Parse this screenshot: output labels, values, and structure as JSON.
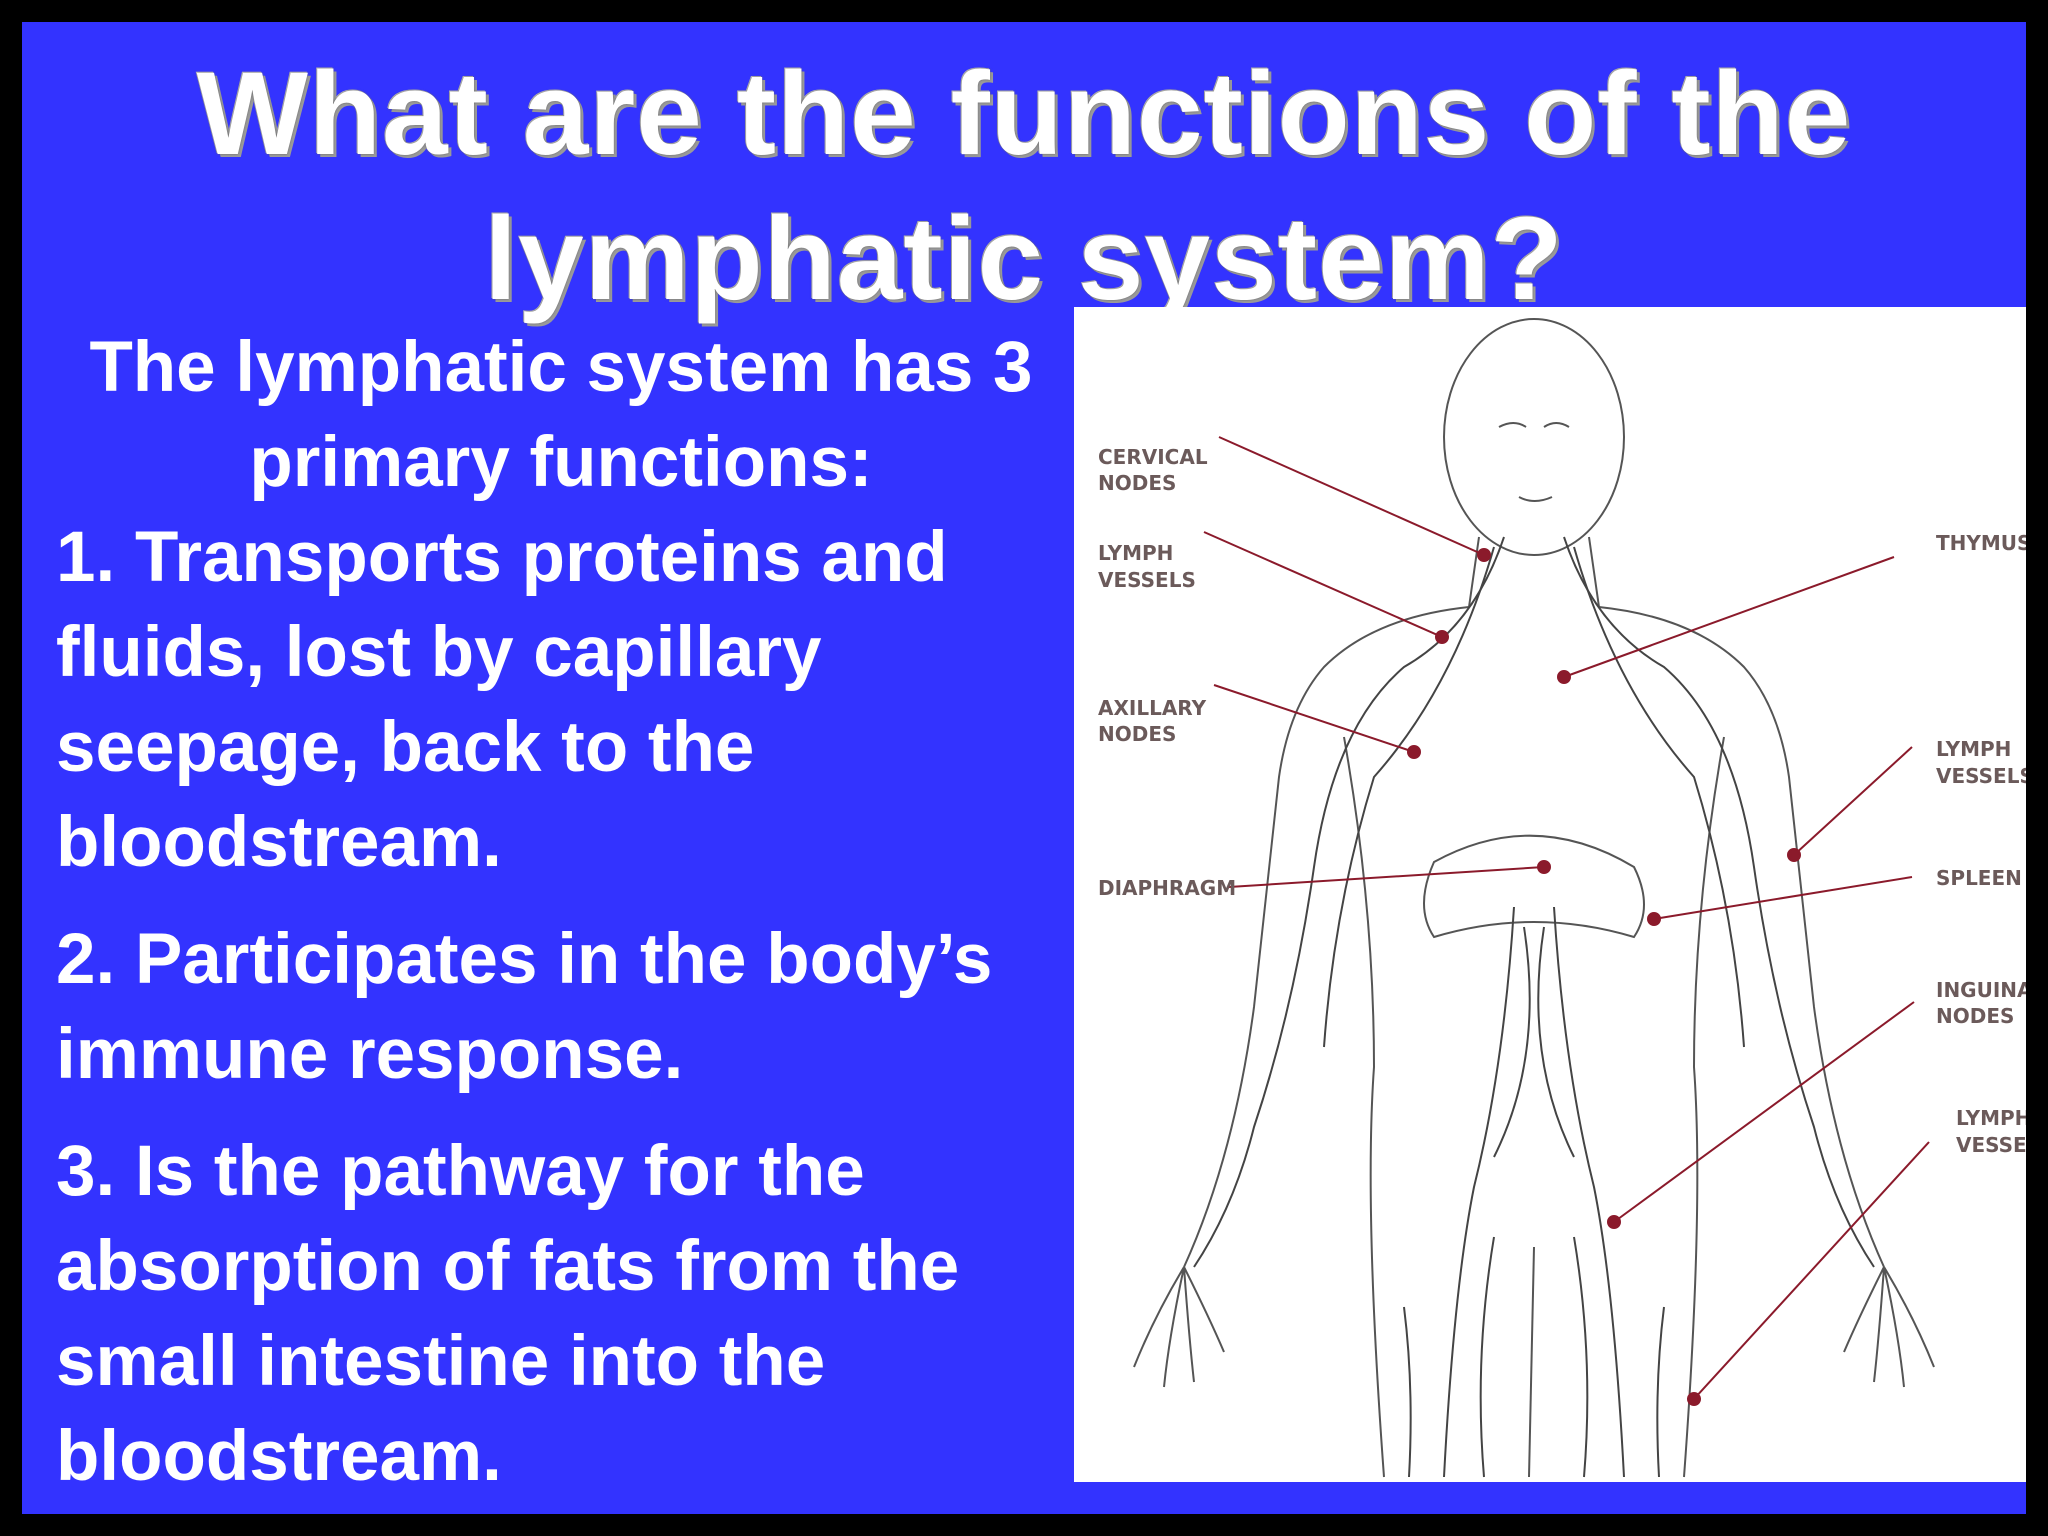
{
  "title": "What are the functions of the lymphatic system?",
  "intro": "The lymphatic system has 3 primary functions:",
  "functions": [
    "1.  Transports proteins and fluids, lost by capillary seepage, back to the bloodstream.",
    "2. Participates in the body’s immune response.",
    "3.  Is the pathway for the absorption of fats from the small intestine into the bloodstream."
  ],
  "figure": {
    "labels": {
      "cervical_nodes": [
        "CERVICAL",
        "NODES"
      ],
      "lymph_vessels_upper": [
        "LYMPH",
        "VESSELS"
      ],
      "axillary_nodes": [
        "AXILLARY",
        "NODES"
      ],
      "diaphragm": [
        "DIAPHRAGM"
      ],
      "thymus": [
        "THYMUS"
      ],
      "lymph_vessels_arm": [
        "LYMPH",
        "VESSELS"
      ],
      "spleen": [
        "SPLEEN"
      ],
      "inguinal_nodes": [
        "INGUINAL",
        "NODES"
      ],
      "lymph_vessels_leg": [
        "LYMPH",
        "VESSELS"
      ]
    }
  },
  "colors": {
    "background": "#3333ff",
    "border": "#000000",
    "text": "#ffffff",
    "pointer": "#8b1a2b"
  }
}
